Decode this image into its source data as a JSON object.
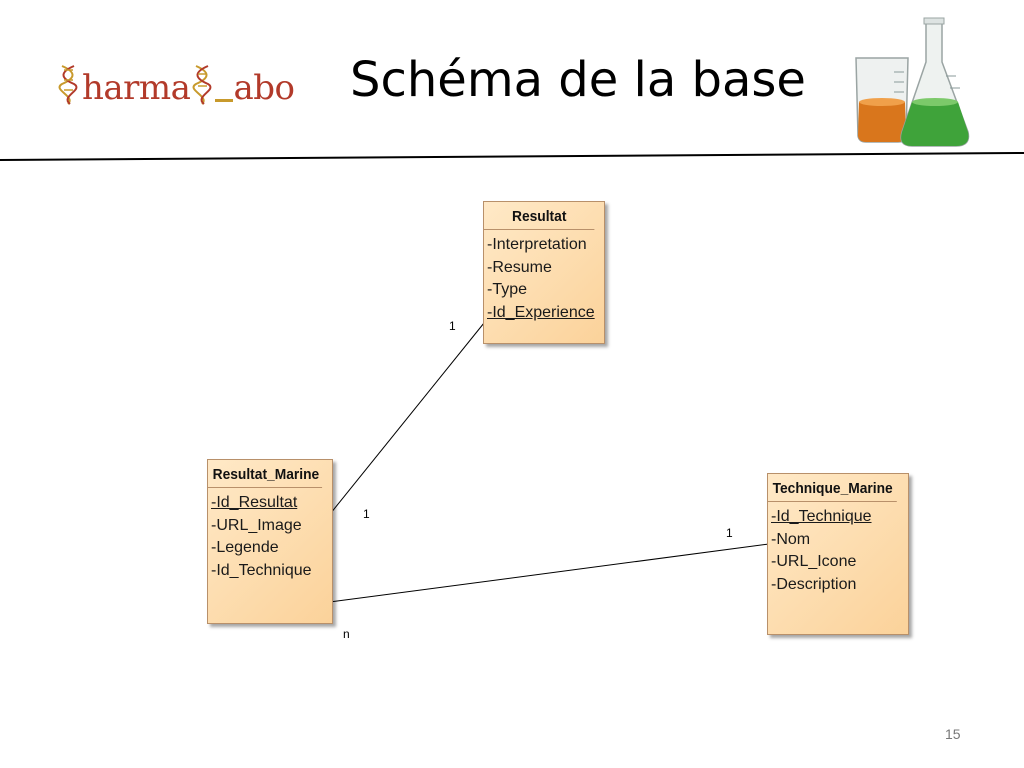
{
  "header": {
    "logo_part1": "harma",
    "logo_part2": "abo",
    "title": "Schéma de la base"
  },
  "entities": {
    "resultat": {
      "name": "Resultat",
      "attributes": [
        "-Interpretation",
        "-Resume",
        "-Type",
        "-Id_Experience"
      ]
    },
    "resultat_marine": {
      "name": "Resultat_Marine",
      "attributes": [
        "-Id_Resultat",
        "-URL_Image",
        "-Legende",
        "-Id_Technique"
      ]
    },
    "technique_marine": {
      "name": "Technique_Marine",
      "attributes": [
        "-Id_Technique",
        "-Nom",
        "-URL_Icone",
        "-Description"
      ]
    }
  },
  "relations": [
    {
      "from": "Resultat.Id_Experience",
      "to": "Resultat_Marine.Id_Resultat",
      "from_card": "1",
      "to_card": "1"
    },
    {
      "from": "Resultat_Marine.Id_Technique",
      "to": "Technique_Marine.Id_Technique",
      "from_card": "n",
      "to_card": "1"
    }
  ],
  "footer": {
    "slide_number": "15"
  }
}
